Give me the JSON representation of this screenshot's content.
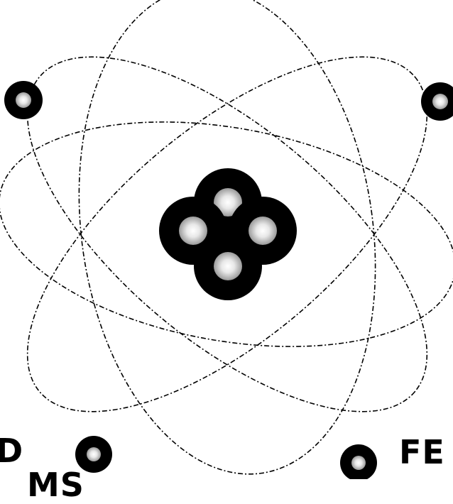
{
  "image": {
    "subject": "atom",
    "colors": {
      "background": "#ffffff",
      "ink": "#000000",
      "particle_core": "#e8e8e8"
    }
  },
  "captions": {
    "left_line_1": "D",
    "left_line_2": "MS",
    "right": "FE"
  }
}
